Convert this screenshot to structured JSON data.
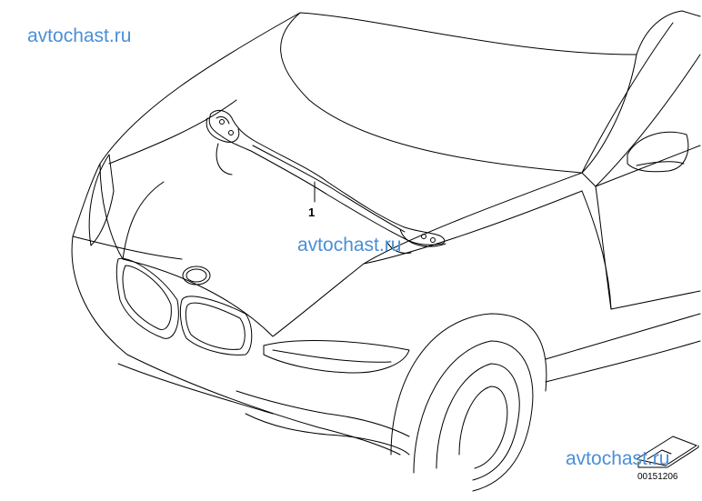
{
  "watermarks": [
    "avtochast.ru",
    "avtochast.ru",
    "avtochast.ru"
  ],
  "callout": {
    "label": "1"
  },
  "diagram_number": "00151206",
  "colors": {
    "line": "#000000",
    "watermark": "#4a8fd6",
    "background": "#ffffff"
  }
}
